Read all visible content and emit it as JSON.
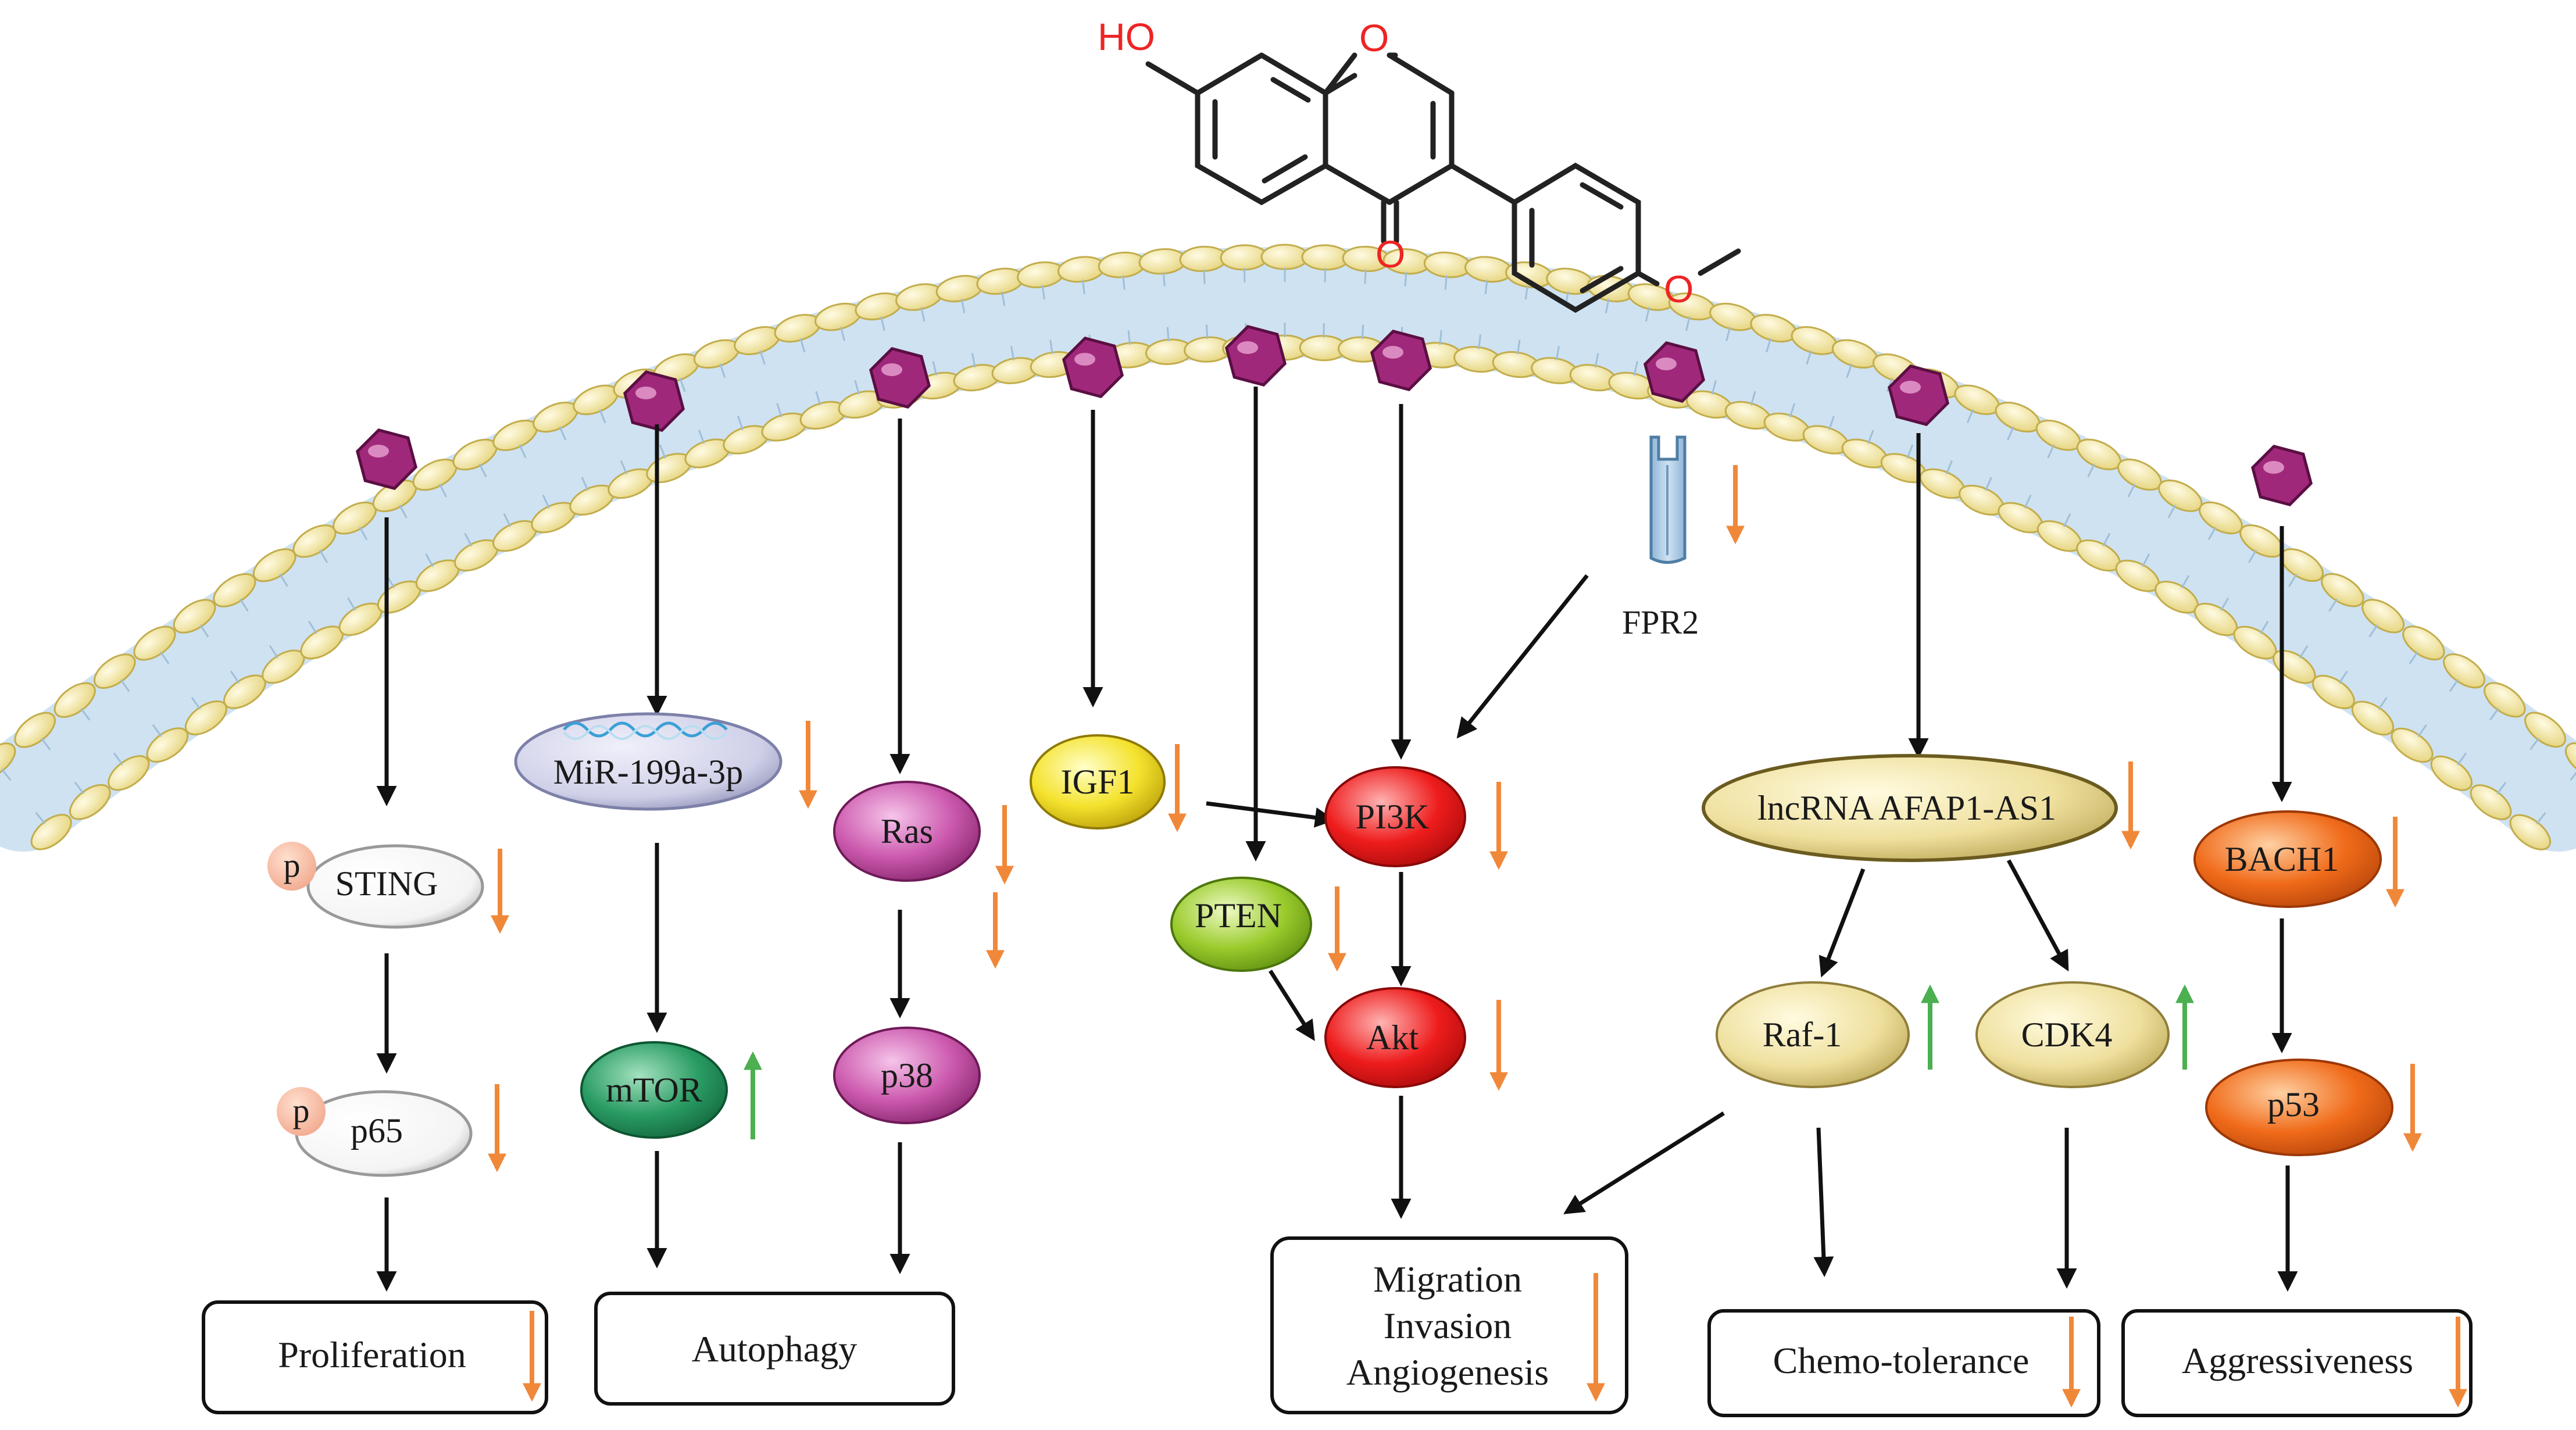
{
  "molecule": {
    "atoms": {
      "ho": "HO",
      "o_ring": "O",
      "o_keto": "O",
      "o_methoxy": "O"
    }
  },
  "receptor": {
    "label": "FPR2"
  },
  "pathways": {
    "sting": "STING",
    "p65": "p65",
    "p_mark": "p",
    "mir": "MiR-199a-3p",
    "mtor": "mTOR",
    "ras": "Ras",
    "p38": "p38",
    "igf1": "IGF1",
    "pten": "PTEN",
    "pi3k": "PI3K",
    "akt": "Akt",
    "lncrna": "lncRNA AFAP1-AS1",
    "raf1": "Raf-1",
    "cdk4": "CDK4",
    "bach1": "BACH1",
    "p53": "p53"
  },
  "outcomes": {
    "proliferation": "Proliferation",
    "autophagy": "Autophagy",
    "migration": "Migration",
    "invasion": "Invasion",
    "angiogenesis": "Angiogenesis",
    "chemo": "Chemo-tolerance",
    "aggressiveness": "Aggressiveness"
  },
  "colors": {
    "down_arrow": "#f0883a",
    "up_arrow": "#4caf50",
    "ligand": "#a0287a",
    "molecule": "#222222",
    "heteroatom": "#ee2424",
    "lipid_head": "#f3e6a0",
    "membrane_band": "#cfe2f2"
  }
}
